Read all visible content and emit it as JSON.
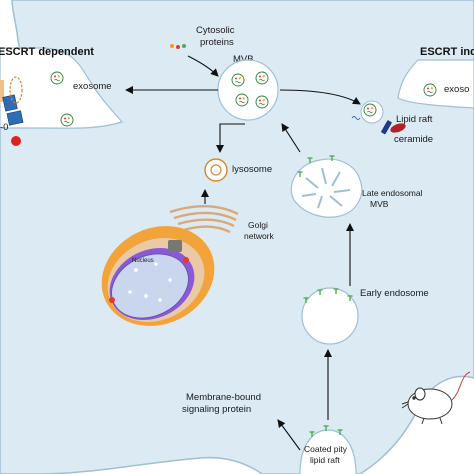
{
  "labels": {
    "escrt_dependent": "ESCRT dependent",
    "escrt_independent": "ESCRT inde",
    "cytosolic_proteins_line1": "Cytosolic",
    "cytosolic_proteins_line2": "proteins",
    "mvb": "MVB",
    "exosome_left": "exosome",
    "exosome_right": "exoso",
    "lipid_raft": "Lipid raft",
    "ceramide": "ceramide",
    "lysosome": "lysosome",
    "late_endosomal_line1": "Late endosomal",
    "late_endosomal_line2": "MVB",
    "golgi_line1": "Golgi",
    "golgi_line2": "network",
    "nucleus": "Nucleus",
    "early_endosome": "Early endosome",
    "membrane_bound_line1": "Membrane-bound",
    "membrane_bound_line2": "signaling protein",
    "coated_pity_line1": "Coated pity",
    "coated_pity_line2": "lipid raft",
    "left_edge_fragment": "-0"
  },
  "colors": {
    "cell_fill": "#dceaf3",
    "cell_stroke": "#9fbfd4",
    "vesicle_fill": "#ffffff",
    "arrow": "#111111",
    "receptor": "#4caf50",
    "escrt_blue": "#2d6db5",
    "escrt_red": "#e0211b",
    "ceramide_red": "#b3202a",
    "ceramide_blue": "#1e3a8a",
    "nucleus_fill": "#c9d6ee",
    "nuclear_envelope": "#8a5ad6",
    "golgi": "#e9c9a6",
    "er_orange": "#f2a33a"
  },
  "icons": [
    "mouse-icon",
    "receptor-icon",
    "exosome-icon",
    "ceramide-icon"
  ]
}
